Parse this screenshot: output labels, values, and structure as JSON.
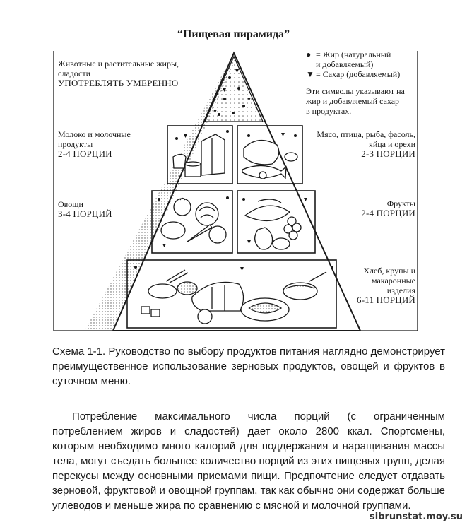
{
  "title": "“Пищевая пирамида”",
  "tiers": {
    "top": {
      "line1": "Животные и растительные жиры,",
      "line2": "сладости",
      "portion": "УПОТРЕБЛЯТЬ УМЕРЕННО"
    },
    "dairy": {
      "line1": "Молоко и молочные",
      "line2": "продукты",
      "portion": "2-4 ПОРЦИИ"
    },
    "meat": {
      "line1": "Мясо, птица, рыба, фасоль,",
      "line2": "яйца и орехи",
      "portion": "2-3 ПОРЦИИ"
    },
    "veg": {
      "line1": "Овощи",
      "portion": "3-4 ПОРЦИЙ"
    },
    "fruit": {
      "line1": "Фрукты",
      "portion": "2-4 ПОРЦИИ"
    },
    "grain": {
      "line1": "Хлеб, крупы и",
      "line2": "макаронные",
      "line3": "изделия",
      "portion": "6-11 ПОРЦИЙ"
    }
  },
  "legend": {
    "fat_symbol": "●",
    "fat_line1": "= Жир (натуральный",
    "fat_line2": "и добавляемый)",
    "sugar_symbol": "▼",
    "sugar_line1": "= Сахар (добавляемый)",
    "note_line1": "Эти символы указывают на",
    "note_line2": "жир и добавляемый сахар",
    "note_line3": "в продуктах."
  },
  "caption": "Схема 1-1. Руководство по выбору продуктов питания наглядно демонстрирует преимущественное использование зерновых продуктов, овощей и фруктов в суточном меню.",
  "paragraph": "Потребление максимального числа порций (с ограниченным потреблением жиров и сладостей) дает около 2800 ккал. Спортсмены, которым необходимо много калорий для поддержания и наращивания массы тела, могут съедать большее количество порций из этих пищевых групп, делая перекусы между основными приемами пищи. Предпочтение следует отдавать зерновой, фруктовой и овощной группам, так как обычно они содержат больше углеводов и меньше жира по сравнению с мясной и молочной группами.",
  "watermark": "sibrunstat.moy.su",
  "colors": {
    "ink": "#1a1a1a",
    "stipple": "#555555",
    "paper": "#ffffff"
  }
}
